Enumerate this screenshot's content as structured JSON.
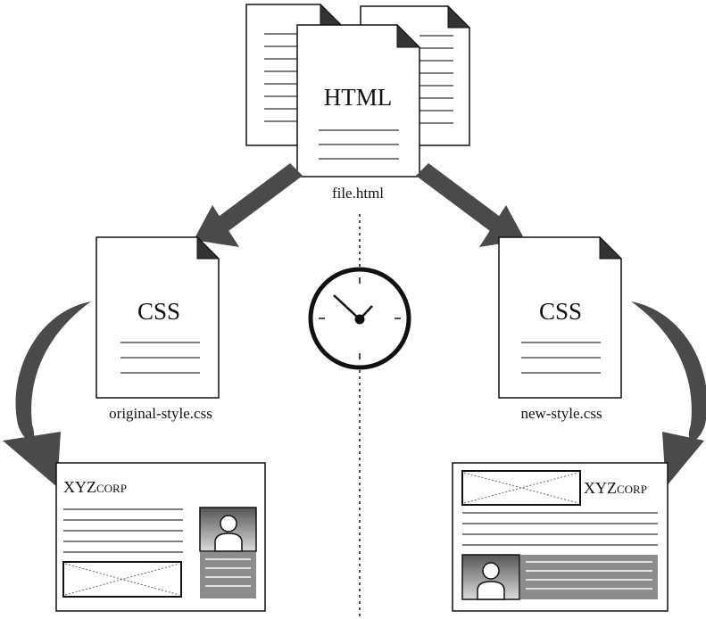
{
  "html_file": {
    "title": "HTML",
    "filename": "file.html"
  },
  "css_original": {
    "title": "CSS",
    "filename": "original-style.css"
  },
  "css_new": {
    "title": "CSS",
    "filename": "new-style.css"
  },
  "page_original": {
    "brand_main": "XYZ",
    "brand_suffix": "CORP"
  },
  "page_new": {
    "brand_main": "XYZ",
    "brand_suffix": "CORP"
  },
  "colors": {
    "stroke": "#111111",
    "arrow": "#4a4a4a",
    "sidebar_gray": "#8c8c8c",
    "image_gray": "#a0a0a0"
  },
  "icons": [
    "document-icon",
    "clock-icon",
    "curved-arrow-icon",
    "avatar-icon"
  ]
}
